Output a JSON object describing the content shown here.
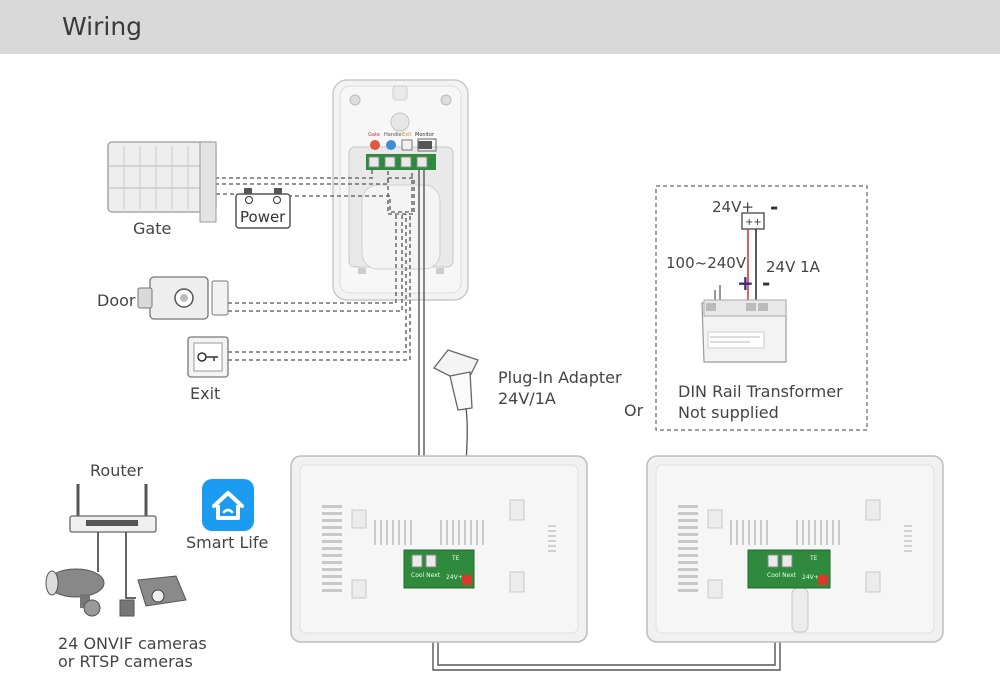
{
  "header": {
    "title": "Wiring"
  },
  "devices": {
    "gate": "Gate",
    "power": "Power",
    "door": "Door",
    "exit": "Exit",
    "router": "Router",
    "smart_life": "Smart Life",
    "cameras_line1": "24 ONVIF cameras",
    "cameras_line2": "or RTSP cameras",
    "adapter_line1": "Plug-In Adapter",
    "adapter_line2": "24V/1A",
    "or": "Or"
  },
  "transformer": {
    "output": "24V+",
    "output_minus": "-",
    "input": "100~240V",
    "rating": "24V 1A",
    "plus": "+",
    "minus": "-",
    "name": "DIN Rail Transformer",
    "note": "Not supplied"
  },
  "doorbell_terminals": [
    "Gate",
    "Handle",
    "Exit",
    "Monitor"
  ],
  "monitor_terminals": {
    "main": "Cool Next",
    "power": "24V+",
    "tag": "TE"
  },
  "colors": {
    "header_bg": "#d9d9d9",
    "app_icon": "#1c9cf0",
    "pcb_green": "#2f8a3e",
    "wire_red": "#d83a2c"
  }
}
